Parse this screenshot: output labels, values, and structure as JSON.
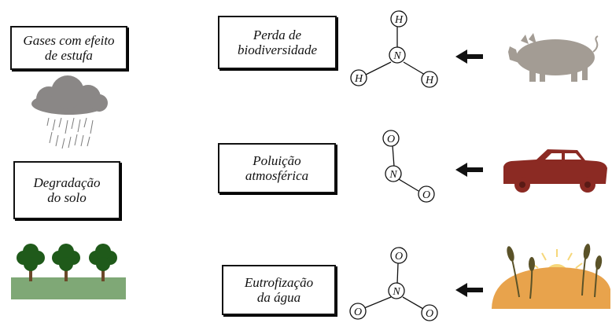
{
  "left_labels": {
    "greenhouse": "Gases com efeito\nde estufa",
    "soil": "Degradação\ndo solo"
  },
  "impacts": [
    {
      "label": "Perda de\nbiodiversidade",
      "molecule": "NH3",
      "source_icon": "pig-icon"
    },
    {
      "label": "Poluição\natmosférica",
      "molecule": "NO2",
      "source_icon": "car-icon"
    },
    {
      "label": "Eutrofização\nda água",
      "molecule": "NO3",
      "source_icon": "wheat-field-icon"
    }
  ],
  "atoms": {
    "N": "N",
    "H": "H",
    "O": "O"
  },
  "colors": {
    "cloud": "#8a8786",
    "tree_foliage": "#1f5a1a",
    "tree_trunk": "#6b4a2a",
    "grass": "#7fa876",
    "pig": "#a39c94",
    "car": "#8b2a23",
    "field": "#e8a34c",
    "sun": "#f6d77a",
    "wheat": "#5a5228"
  }
}
